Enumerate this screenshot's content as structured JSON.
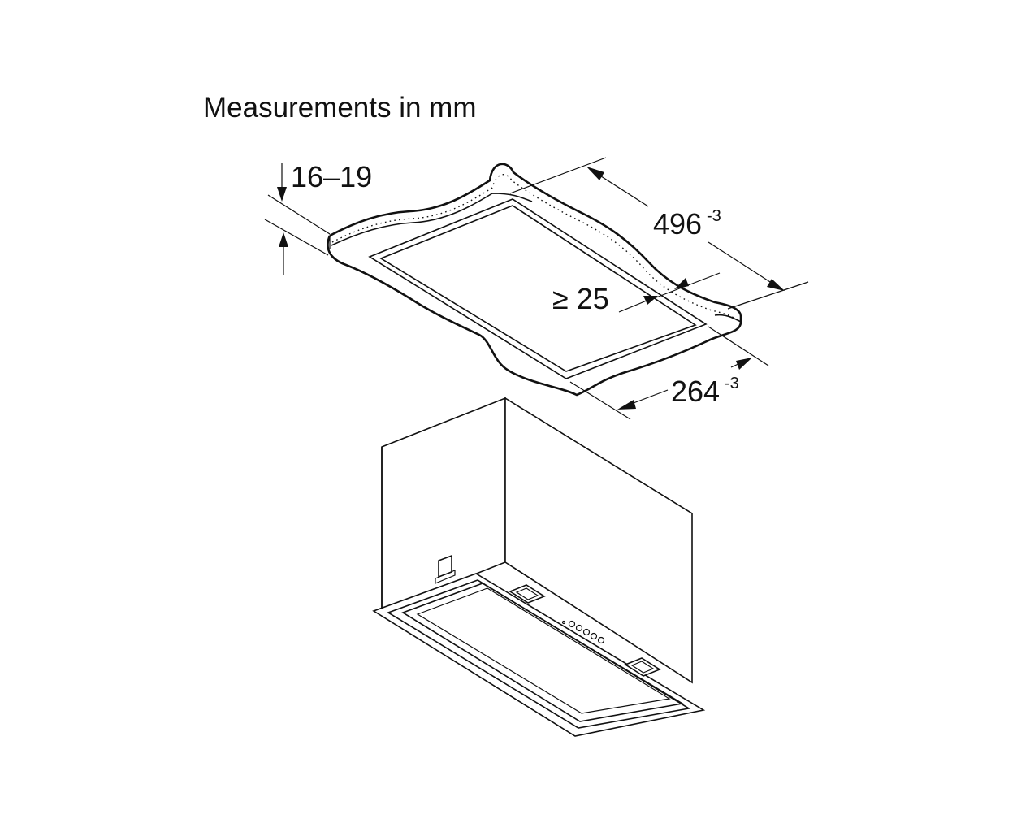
{
  "title": "Measurements in mm",
  "dimensions": {
    "thickness": {
      "label": "16–19"
    },
    "length": {
      "value": "496",
      "tolerance": "-3"
    },
    "depth": {
      "value": "264",
      "tolerance": "-3"
    },
    "clearance": {
      "label": "≥ 25"
    }
  }
}
